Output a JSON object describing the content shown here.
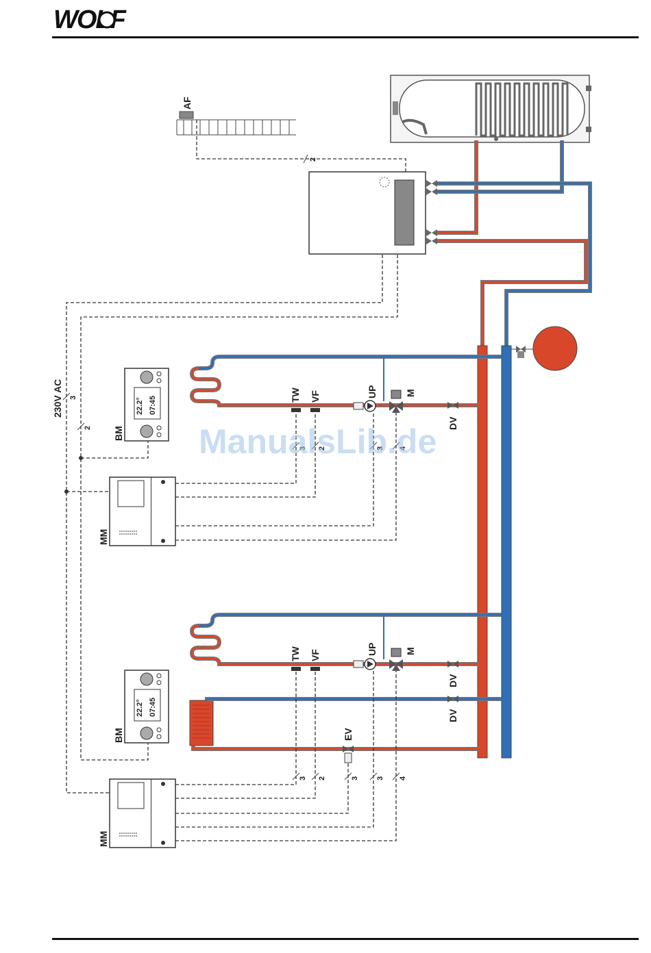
{
  "brand": {
    "logo_text": "WOLF"
  },
  "watermark": "ManualsLib.de",
  "labels": {
    "af": "AF",
    "supply_voltage": "230V AC",
    "bm_upper": "BM",
    "bm_lower": "BM",
    "mm_upper": "MM",
    "mm_lower": "MM",
    "tw_upper": "TW",
    "vf_upper": "VF",
    "up_upper": "UP",
    "m_upper": "M",
    "dv_upper": "DV",
    "tw_lower": "TW",
    "vf_lower": "VF",
    "up_lower": "UP",
    "m_lower": "M",
    "dv_lower_1": "DV",
    "dv_lower_2": "DV",
    "ev": "EV"
  },
  "wire_counts": {
    "boiler_to_af": "2",
    "supply": "3",
    "bm_upper_link": "2",
    "up_tw": "3",
    "up_vf": "2",
    "up_pump": "3",
    "up_mixer": "4",
    "lo_tw": "3",
    "lo_vf": "2",
    "lo_ev": "3",
    "lo_pump": "3",
    "lo_mixer": "4"
  },
  "display": {
    "temperature": "22.2°",
    "time": "07:45"
  },
  "colors": {
    "flow": "#d9472b",
    "return": "#2f6fb8",
    "expansion_vessel": "#d9472b",
    "watermark": "#9fc3ea"
  }
}
